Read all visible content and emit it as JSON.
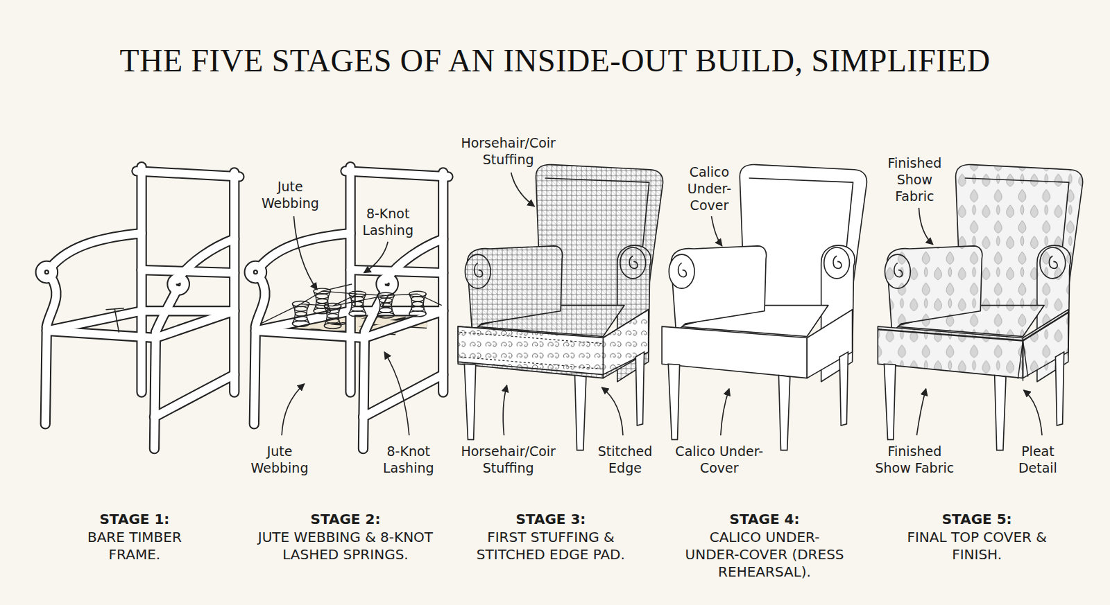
{
  "diagram": {
    "title": "THE FIVE STAGES OF AN INSIDE-OUT BUILD, SIMPLIFIED",
    "labels": [
      "Jute Webbing",
      "8-Knot Lashing",
      "Horsehair/Coir Stuffing",
      "Calico Under-Cover",
      "Finished Show Fabric",
      "Jute Webbing",
      "8-Knot Lashing",
      "Horsehair/Coir Stuffing",
      "Stitched Edge",
      "Calico Under-Cover",
      "Finished Show Fabric",
      "Pleat Detail",
      "STAGE 1:",
      "BARE TIMBER FRAME.",
      "STAGE 2:",
      "JUTE WEBBING & 8-KNOT LASHED SPRINGS.",
      "STAGE 3:",
      "FIRST STUFFING & STITCHED EDGE PAD.",
      "STAGE 4:",
      "CALICO UNDER- UNDER-COVER (DRESS REHEARSAL).",
      "STAGE 5:",
      "FINAL TOP COVER & FINISH."
    ]
  }
}
